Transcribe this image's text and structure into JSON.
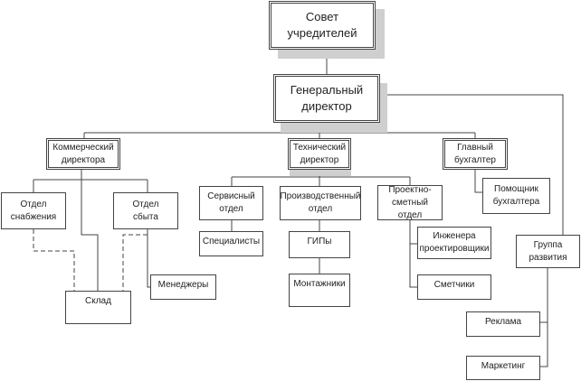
{
  "diagram": {
    "title": "Организационная структура",
    "nodes": {
      "founders": "Совет\nучредителей",
      "ceo": "Генеральный\nдиректор",
      "commercial": "Коммерческий\nдиректора",
      "technical": "Технический\nдиректор",
      "accountant": "Главный\nбухгалтер",
      "supply": "Отдел\nснабжения",
      "sales": "Отдел\nсбыта",
      "warehouse": "Склад",
      "managers": "Менеджеры",
      "service": "Сервисный\nотдел",
      "specialists": "Специалисты",
      "production": "Производственный\nотдел",
      "gips": "ГИПы",
      "installers": "Монтажники",
      "design": "Проектно-\nсметный\nотдел",
      "engineers": "Инженера\nпроектировщики",
      "estimators": "Сметчики",
      "assistant": "Помощник\nбухгалтера",
      "development": "Группа\nразвития",
      "advertising": "Реклама",
      "marketing": "Маркетинг"
    },
    "edges": [
      [
        "founders",
        "ceo"
      ],
      [
        "ceo",
        "commercial"
      ],
      [
        "ceo",
        "technical"
      ],
      [
        "ceo",
        "accountant"
      ],
      [
        "ceo",
        "development"
      ],
      [
        "commercial",
        "supply"
      ],
      [
        "commercial",
        "sales"
      ],
      [
        "commercial",
        "warehouse"
      ],
      [
        "supply",
        "warehouse",
        "dashed"
      ],
      [
        "sales",
        "warehouse",
        "dashed"
      ],
      [
        "sales",
        "managers"
      ],
      [
        "technical",
        "service"
      ],
      [
        "technical",
        "production"
      ],
      [
        "technical",
        "design"
      ],
      [
        "service",
        "specialists"
      ],
      [
        "production",
        "gips"
      ],
      [
        "gips",
        "installers"
      ],
      [
        "design",
        "engineers"
      ],
      [
        "design",
        "estimators"
      ],
      [
        "accountant",
        "assistant"
      ],
      [
        "development",
        "advertising"
      ],
      [
        "development",
        "marketing"
      ]
    ]
  }
}
